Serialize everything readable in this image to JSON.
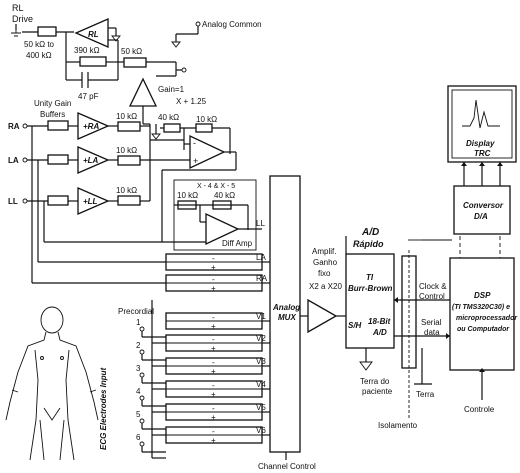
{
  "drive": {
    "title_1": "RL",
    "title_2": "Drive",
    "res_1": "50 kΩ to",
    "res_2": "400 kΩ",
    "amp": "RL"
  },
  "feedback": {
    "r390": "390 kΩ",
    "r50": "50 kΩ",
    "cap": "47 pF"
  },
  "analog_common": "Analog Common",
  "gain1": {
    "label": "Gain=1",
    "sub": "X + 1.25"
  },
  "buffers": {
    "label_1": "Unity Gain",
    "label_2": "Buffers",
    "ra": "RA",
    "la": "LA",
    "ll": "LL",
    "amp_ra": "+RA",
    "amp_la": "+LA",
    "amp_ll": "+LL",
    "r10": "10 kΩ",
    "r40": "40 kΩ"
  },
  "diff_amp": {
    "gain": "X - 4 & X - 5",
    "label": "Diff Amp",
    "r10": "10 kΩ",
    "r40": "40 kΩ"
  },
  "diff_blocks": {
    "minus": "-",
    "plus": "+"
  },
  "mux_inputs": [
    "LL",
    "LA",
    "RA",
    "V1",
    "V2",
    "V3",
    "V4",
    "V5",
    "V6"
  ],
  "precordial": {
    "title": "Precordial",
    "numbers": [
      "1",
      "2",
      "3",
      "4",
      "5",
      "6"
    ]
  },
  "ecg_label": "ECG Electrodes Input",
  "mux": {
    "line_1": "Analog",
    "line_2": "MUX"
  },
  "channel_control": "Channel Control",
  "amplifier": {
    "l1": "Amplif.",
    "l2": "Ganho",
    "l3": "fixo",
    "l4": "X2 a X20"
  },
  "ad": {
    "title_1": "A/D",
    "title_2": "Rápido",
    "ti_1": "TI",
    "ti_2": "Burr-Brown",
    "sh": "S/H",
    "bit_1": "18-Bit",
    "bit_2": "A/D"
  },
  "terra_paciente_1": "Terra do",
  "terra_paciente_2": "paciente",
  "terra": "Terra",
  "isolamento": "Isolamento",
  "clock_1": "Clock &",
  "clock_2": "Control",
  "serial_1": "Serial",
  "serial_2": "data",
  "dsp": {
    "l1": "DSP",
    "l2": "(TI TMS320C30) e",
    "l3": "microprocessador",
    "l4": "ou Computador"
  },
  "dac": {
    "l1": "Conversor",
    "l2": "D/A"
  },
  "display": {
    "l1": "Display",
    "l2": "TRC"
  },
  "controle": "Controle"
}
